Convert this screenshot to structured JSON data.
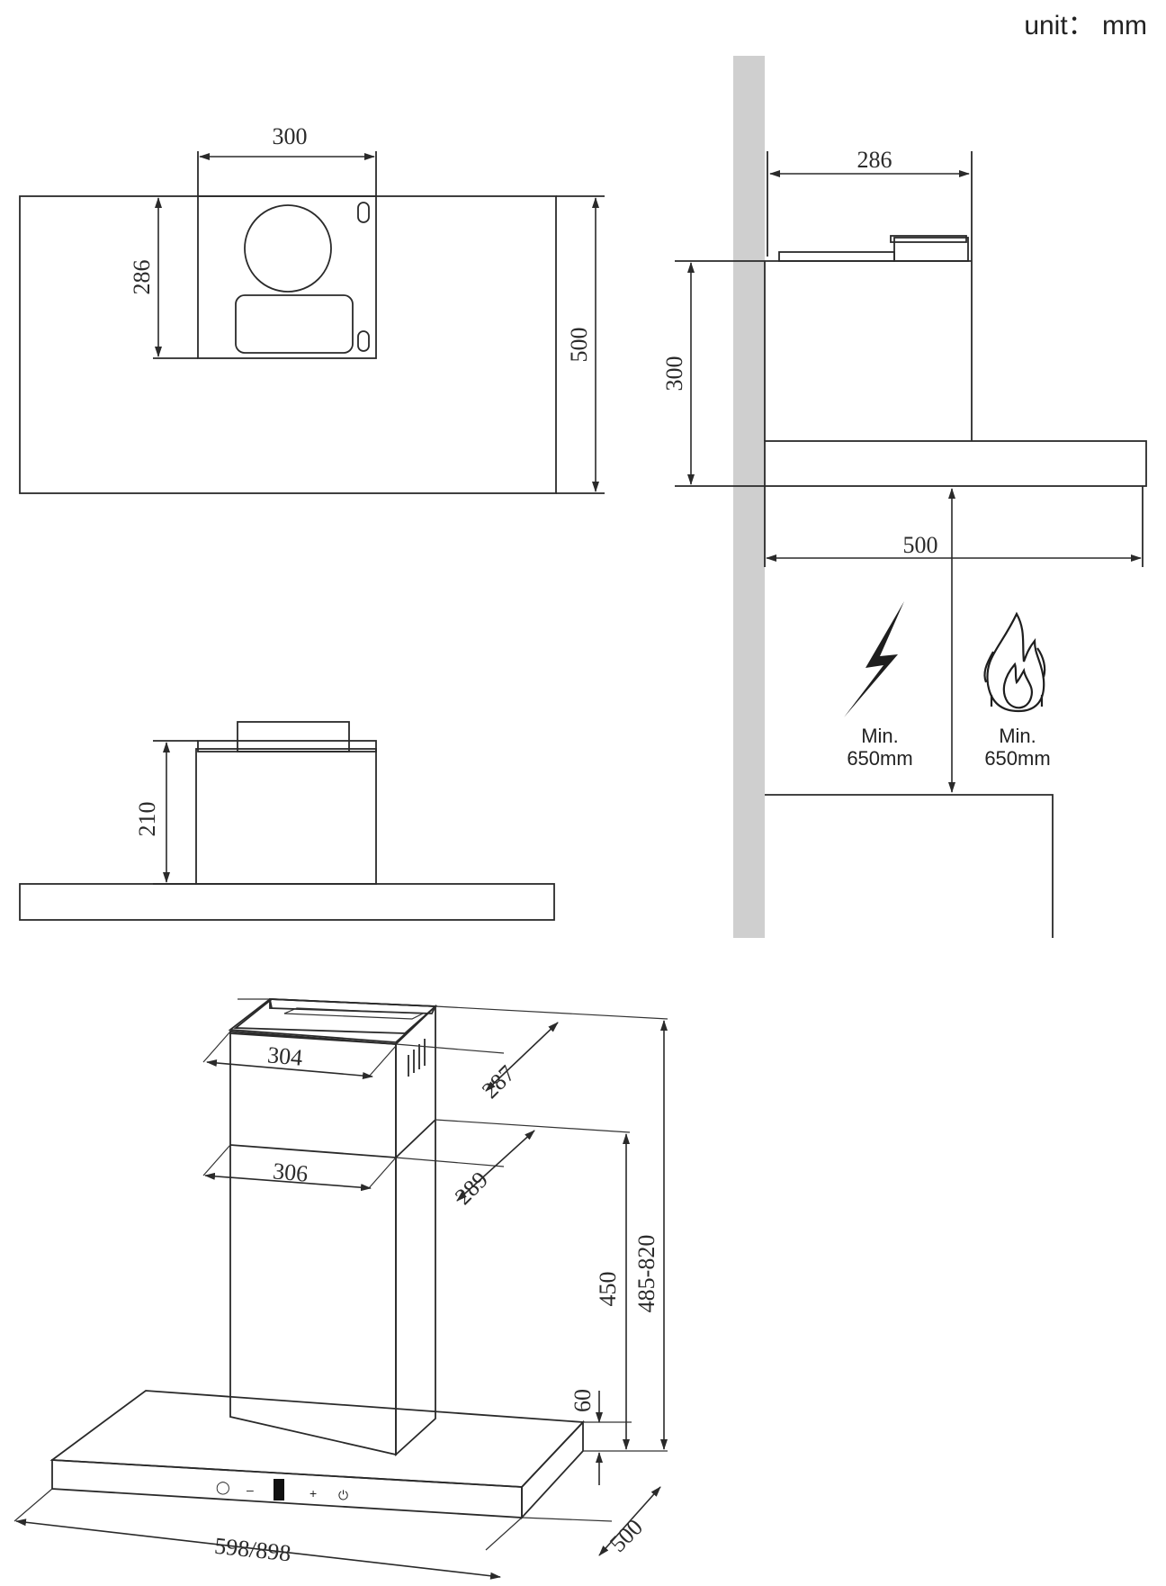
{
  "unit_label": "unit： mm",
  "top_view": {
    "width_dim": "300",
    "depth_dim": "286",
    "total_depth_dim": "500"
  },
  "front_view": {
    "height_dim": "210"
  },
  "side_view": {
    "width_dim": "286",
    "height_dim": "300",
    "depth_dim": "500",
    "electric_label_1": "Min.",
    "electric_label_2": "650mm",
    "gas_label_1": "Min.",
    "gas_label_2": "650mm"
  },
  "iso_view": {
    "top_width": "304",
    "top_depth": "287",
    "lower_width": "306",
    "lower_depth": "289",
    "chimney_height": "450",
    "total_height": "485-820",
    "canopy_thickness": "60",
    "canopy_depth": "500",
    "canopy_width": "598/898"
  },
  "icons": [
    "lightning-icon",
    "flame-icon"
  ]
}
